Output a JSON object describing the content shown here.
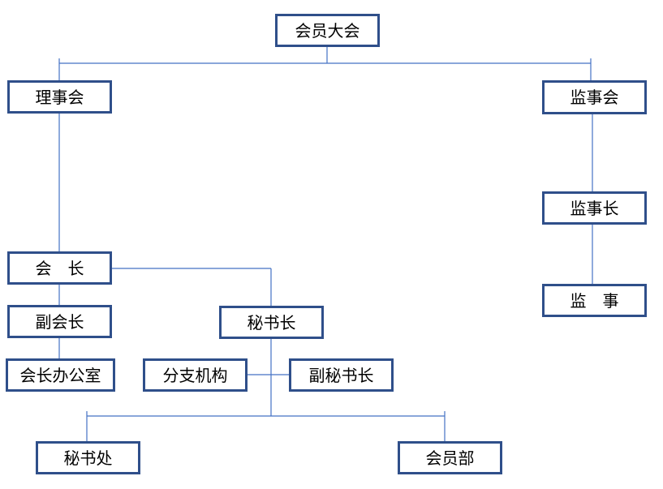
{
  "diagram": {
    "general_assembly": "会员大会",
    "council": "理事会",
    "supervisory_board": "监事会",
    "chief_supervisor": "监事长",
    "supervisor": "监　事",
    "president": "会　长",
    "vice_president": "副会长",
    "president_office": "会长办公室",
    "secretary_general": "秘书长",
    "branch_organizations": "分支机构",
    "deputy_secretary_general": "副秘书长",
    "secretariat": "秘书处",
    "membership_department": "会员部"
  },
  "colors": {
    "box_border": "#2F4F8A",
    "connector": "#4472C4"
  }
}
